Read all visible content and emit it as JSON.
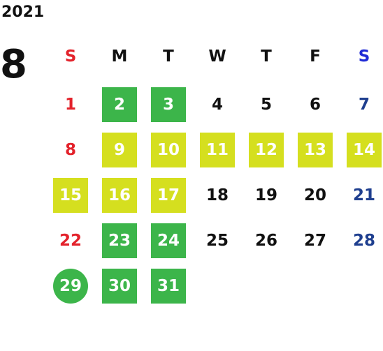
{
  "calendar": {
    "year": "2021",
    "month": "8",
    "weekday_headers": [
      "S",
      "M",
      "T",
      "W",
      "T",
      "F",
      "S"
    ],
    "colors": {
      "sunday_header": "#e3222b",
      "saturday_header": "#1f2ad6",
      "sunday_day": "#e3222b",
      "saturday_day": "#1f3f8f",
      "highlight_green": "#3cb54a",
      "highlight_yellow": "#d5df1f"
    },
    "weeks": [
      [
        {
          "day": "1",
          "style": "plain"
        },
        {
          "day": "2",
          "style": "green"
        },
        {
          "day": "3",
          "style": "green"
        },
        {
          "day": "4",
          "style": "plain"
        },
        {
          "day": "5",
          "style": "plain"
        },
        {
          "day": "6",
          "style": "plain"
        },
        {
          "day": "7",
          "style": "plain"
        }
      ],
      [
        {
          "day": "8",
          "style": "plain"
        },
        {
          "day": "9",
          "style": "yellow"
        },
        {
          "day": "10",
          "style": "yellow"
        },
        {
          "day": "11",
          "style": "yellow"
        },
        {
          "day": "12",
          "style": "yellow"
        },
        {
          "day": "13",
          "style": "yellow"
        },
        {
          "day": "14",
          "style": "yellow"
        }
      ],
      [
        {
          "day": "15",
          "style": "yellow"
        },
        {
          "day": "16",
          "style": "yellow"
        },
        {
          "day": "17",
          "style": "yellow"
        },
        {
          "day": "18",
          "style": "plain"
        },
        {
          "day": "19",
          "style": "plain"
        },
        {
          "day": "20",
          "style": "plain"
        },
        {
          "day": "21",
          "style": "plain"
        }
      ],
      [
        {
          "day": "22",
          "style": "plain"
        },
        {
          "day": "23",
          "style": "green"
        },
        {
          "day": "24",
          "style": "green"
        },
        {
          "day": "25",
          "style": "plain"
        },
        {
          "day": "26",
          "style": "plain"
        },
        {
          "day": "27",
          "style": "plain"
        },
        {
          "day": "28",
          "style": "plain"
        }
      ],
      [
        {
          "day": "29",
          "style": "circle"
        },
        {
          "day": "30",
          "style": "green"
        },
        {
          "day": "31",
          "style": "green"
        }
      ]
    ]
  }
}
